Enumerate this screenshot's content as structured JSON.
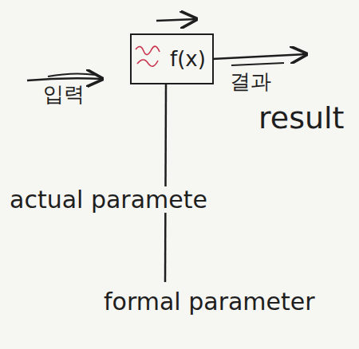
{
  "diagram": {
    "nodes": [
      {
        "text": [
          "f(x)"
        ]
      }
    ],
    "labels": [
      "입력",
      "결과",
      "result",
      "actual paramete",
      "formal parameter"
    ]
  }
}
